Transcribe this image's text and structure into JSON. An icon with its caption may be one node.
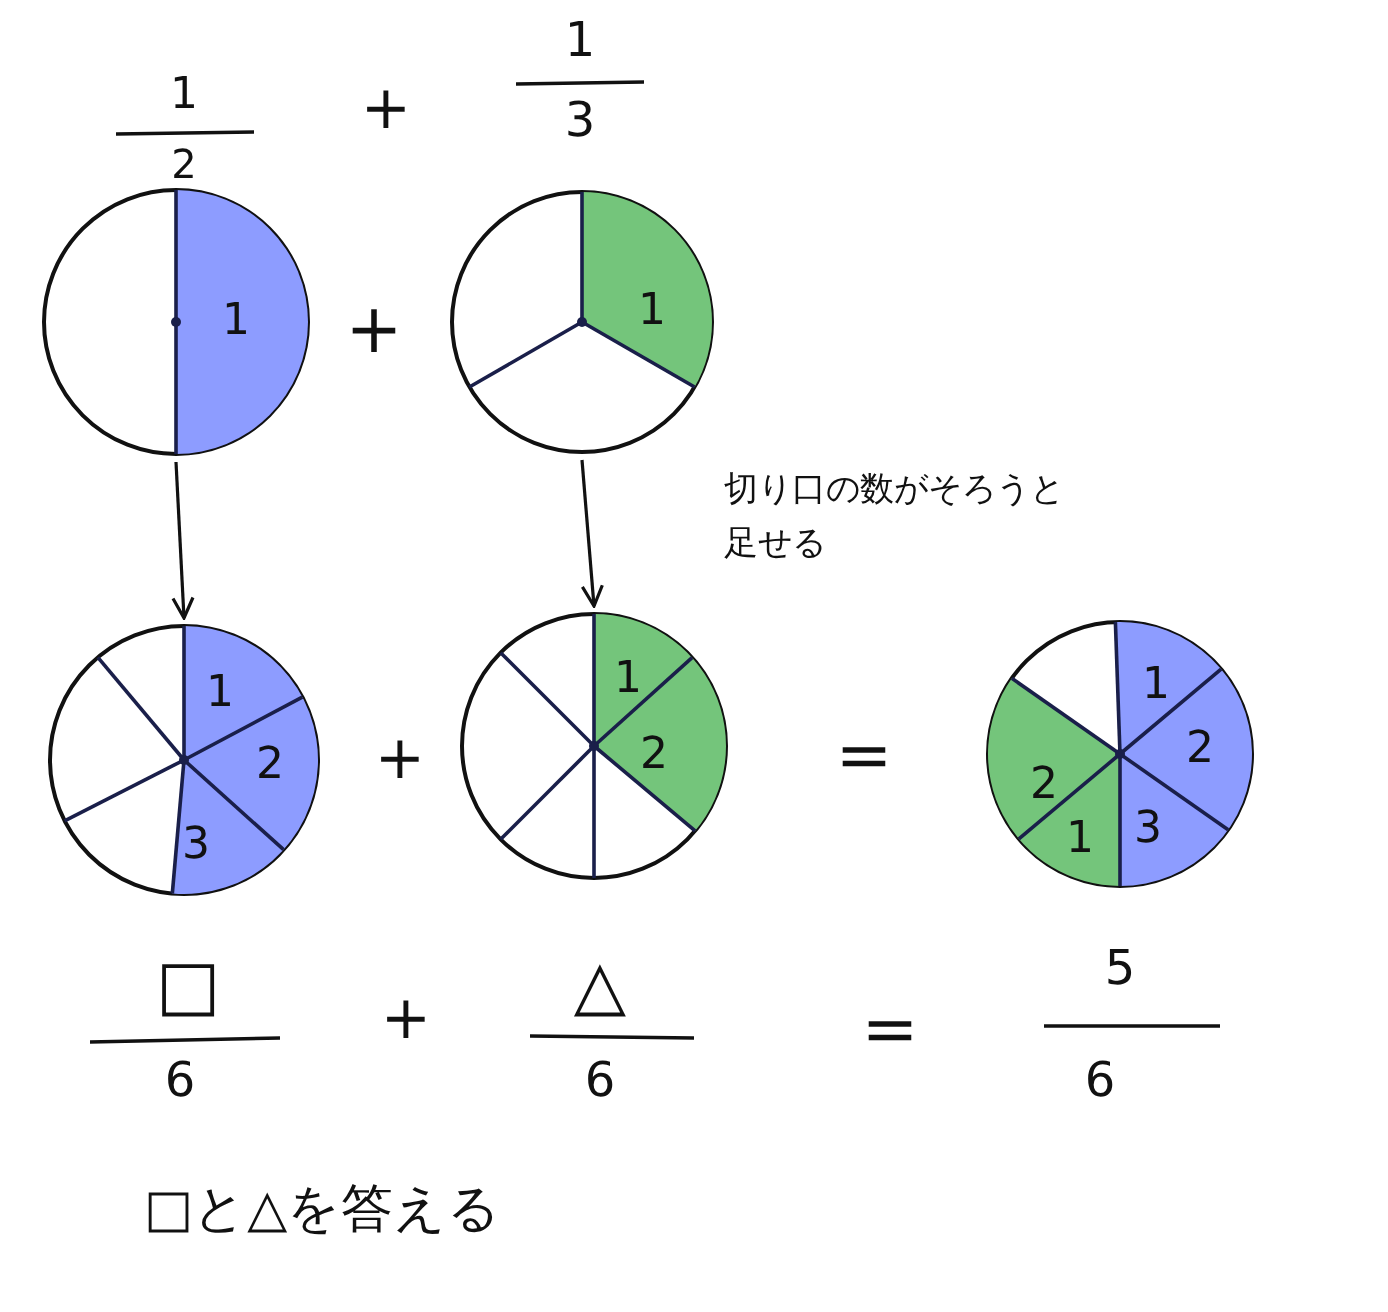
{
  "diagram": {
    "nodes": [
      {
        "text": [
          "1"
        ]
      },
      {
        "text": [
          "1"
        ]
      },
      {
        "text": [
          "1",
          "2",
          "3"
        ]
      },
      {
        "text": [
          "1",
          "2"
        ]
      },
      {
        "text": [
          "1",
          "2",
          "2",
          "3",
          "1"
        ]
      }
    ],
    "edges": [
      {
        "from": 0,
        "to": 2,
        "arrow": "to"
      },
      {
        "from": 1,
        "to": 3,
        "arrow": "to"
      }
    ],
    "labels": [
      "1",
      "2",
      "+",
      "1",
      "3",
      "+",
      "切り口の数がそろうと足せる",
      "+",
      "=",
      "□",
      "6",
      "+",
      "△",
      "6",
      "=",
      "5",
      "6",
      "□と△を答える"
    ]
  }
}
